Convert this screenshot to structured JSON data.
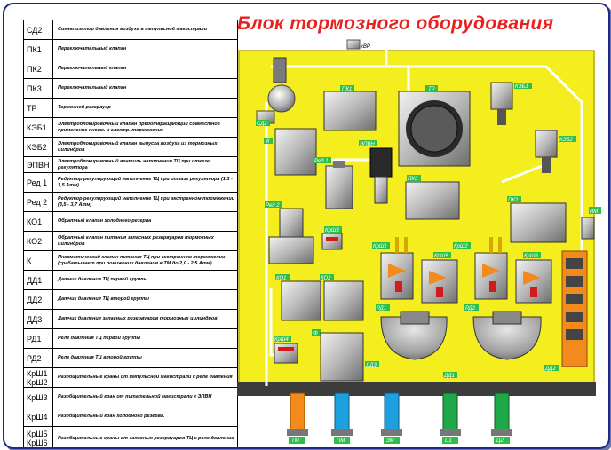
{
  "title": "Блок тормозного оборудования",
  "legend": [
    {
      "code": "СД2",
      "desc": "Сигнализатор давления воздуха в импульсной магистрали"
    },
    {
      "code": "ПК1",
      "desc": "Переключательный клапан"
    },
    {
      "code": "ПК2",
      "desc": "Переключательный клапан"
    },
    {
      "code": "ПК3",
      "desc": "Переключательный клапан"
    },
    {
      "code": "ТР",
      "desc": "Тормозной резервуар"
    },
    {
      "code": "КЭБ1",
      "desc": "Электроблокировочный клапан предотвращающий совместное применение пневм. и электр. торможения"
    },
    {
      "code": "КЭБ2",
      "desc": "Электроблокировочный клапан выпуска воздуха из тормозных цилиндров"
    },
    {
      "code": "ЭПВН",
      "desc": "Электроблокировочный вентиль наполнения ТЦ при отказе регулятора"
    },
    {
      "code": "Ред 1",
      "desc": "Редуктор регулирующий наполнение ТЦ при отказе регулятора (1,3 - 1,5 Атм)"
    },
    {
      "code": "Ред 2",
      "desc": "Редуктор регулирующий наполнение ТЦ при экстренном торможении (3,5 - 3,7 Атм)"
    },
    {
      "code": "КО1",
      "desc": "Обратный клапан холодного резерва"
    },
    {
      "code": "КО2",
      "desc": "Обратный клапан питания запасных резервуаров тормозных цилиндров"
    },
    {
      "code": "К",
      "desc": "Пневматический клапан питания ТЦ при экстренном торможении (срабатывает при понижении давления в ТМ до 2,0 - 2,5 Атм)"
    },
    {
      "code": "ДД1",
      "desc": "Датчик давления ТЦ первой группы"
    },
    {
      "code": "ДД2",
      "desc": "Датчик давления ТЦ второй группы"
    },
    {
      "code": "ДД3",
      "desc": "Датчик давления запасных резервуаров тормозных цилиндров"
    },
    {
      "code": "РД1",
      "desc": "Реле давления ТЦ первой группы"
    },
    {
      "code": "РД2",
      "desc": "Реле давления ТЦ второй группы"
    },
    {
      "code": "КрШ1 КрШ2",
      "desc": "Разобщительные краны от импульсной магистрали к реле давления"
    },
    {
      "code": "КрШ3",
      "desc": "Разобщительный кран от питательной магистрали к ЭПВН"
    },
    {
      "code": "КрШ4",
      "desc": "Разобщительный кран холодного резерва."
    },
    {
      "code": "КрШ5 КрШ6",
      "desc": "Разобщительные краны от запасных резервуаров ТЦ к реле давления"
    }
  ],
  "labels": {
    "kvp": "кВР",
    "sd2": "СД2",
    "pk1": "ПК1",
    "tr": "ТР",
    "keb1": "КЭБ1",
    "keb2": "КЭБ2",
    "epvn": "ЭПВН",
    "k": "К",
    "red1": "Ред 1",
    "red2": "Ред 2",
    "pk3": "ПК3",
    "pk2": "ПК2",
    "im": "ИМ",
    "krsh3": "КрШ3",
    "krsh1": "КрШ1",
    "krsh5": "КрШ5",
    "krsh2": "КрШ2",
    "krsh6": "КрШ6",
    "ko1": "КО1",
    "ko2": "КО2",
    "rd1": "РД1",
    "rd2": "РД2",
    "krsh4": "КрШ4",
    "f": "Ф",
    "dd3": "ДД3",
    "dd1": "ДД1",
    "dd2": "ДД2",
    "p1": "ТМ",
    "p2": "ПМ",
    "p3": "ЗМ",
    "p4": "Ц1",
    "p5": "Ц2"
  },
  "colors": {
    "panel": "#f4ee1e",
    "title": "#e8201e",
    "frame": "#1a2a8a",
    "pipe_orange": "#f28a1e",
    "pipe_blue": "#1ea0e0",
    "pipe_green": "#1fa84a",
    "label_bg": "#2dbf4a"
  }
}
